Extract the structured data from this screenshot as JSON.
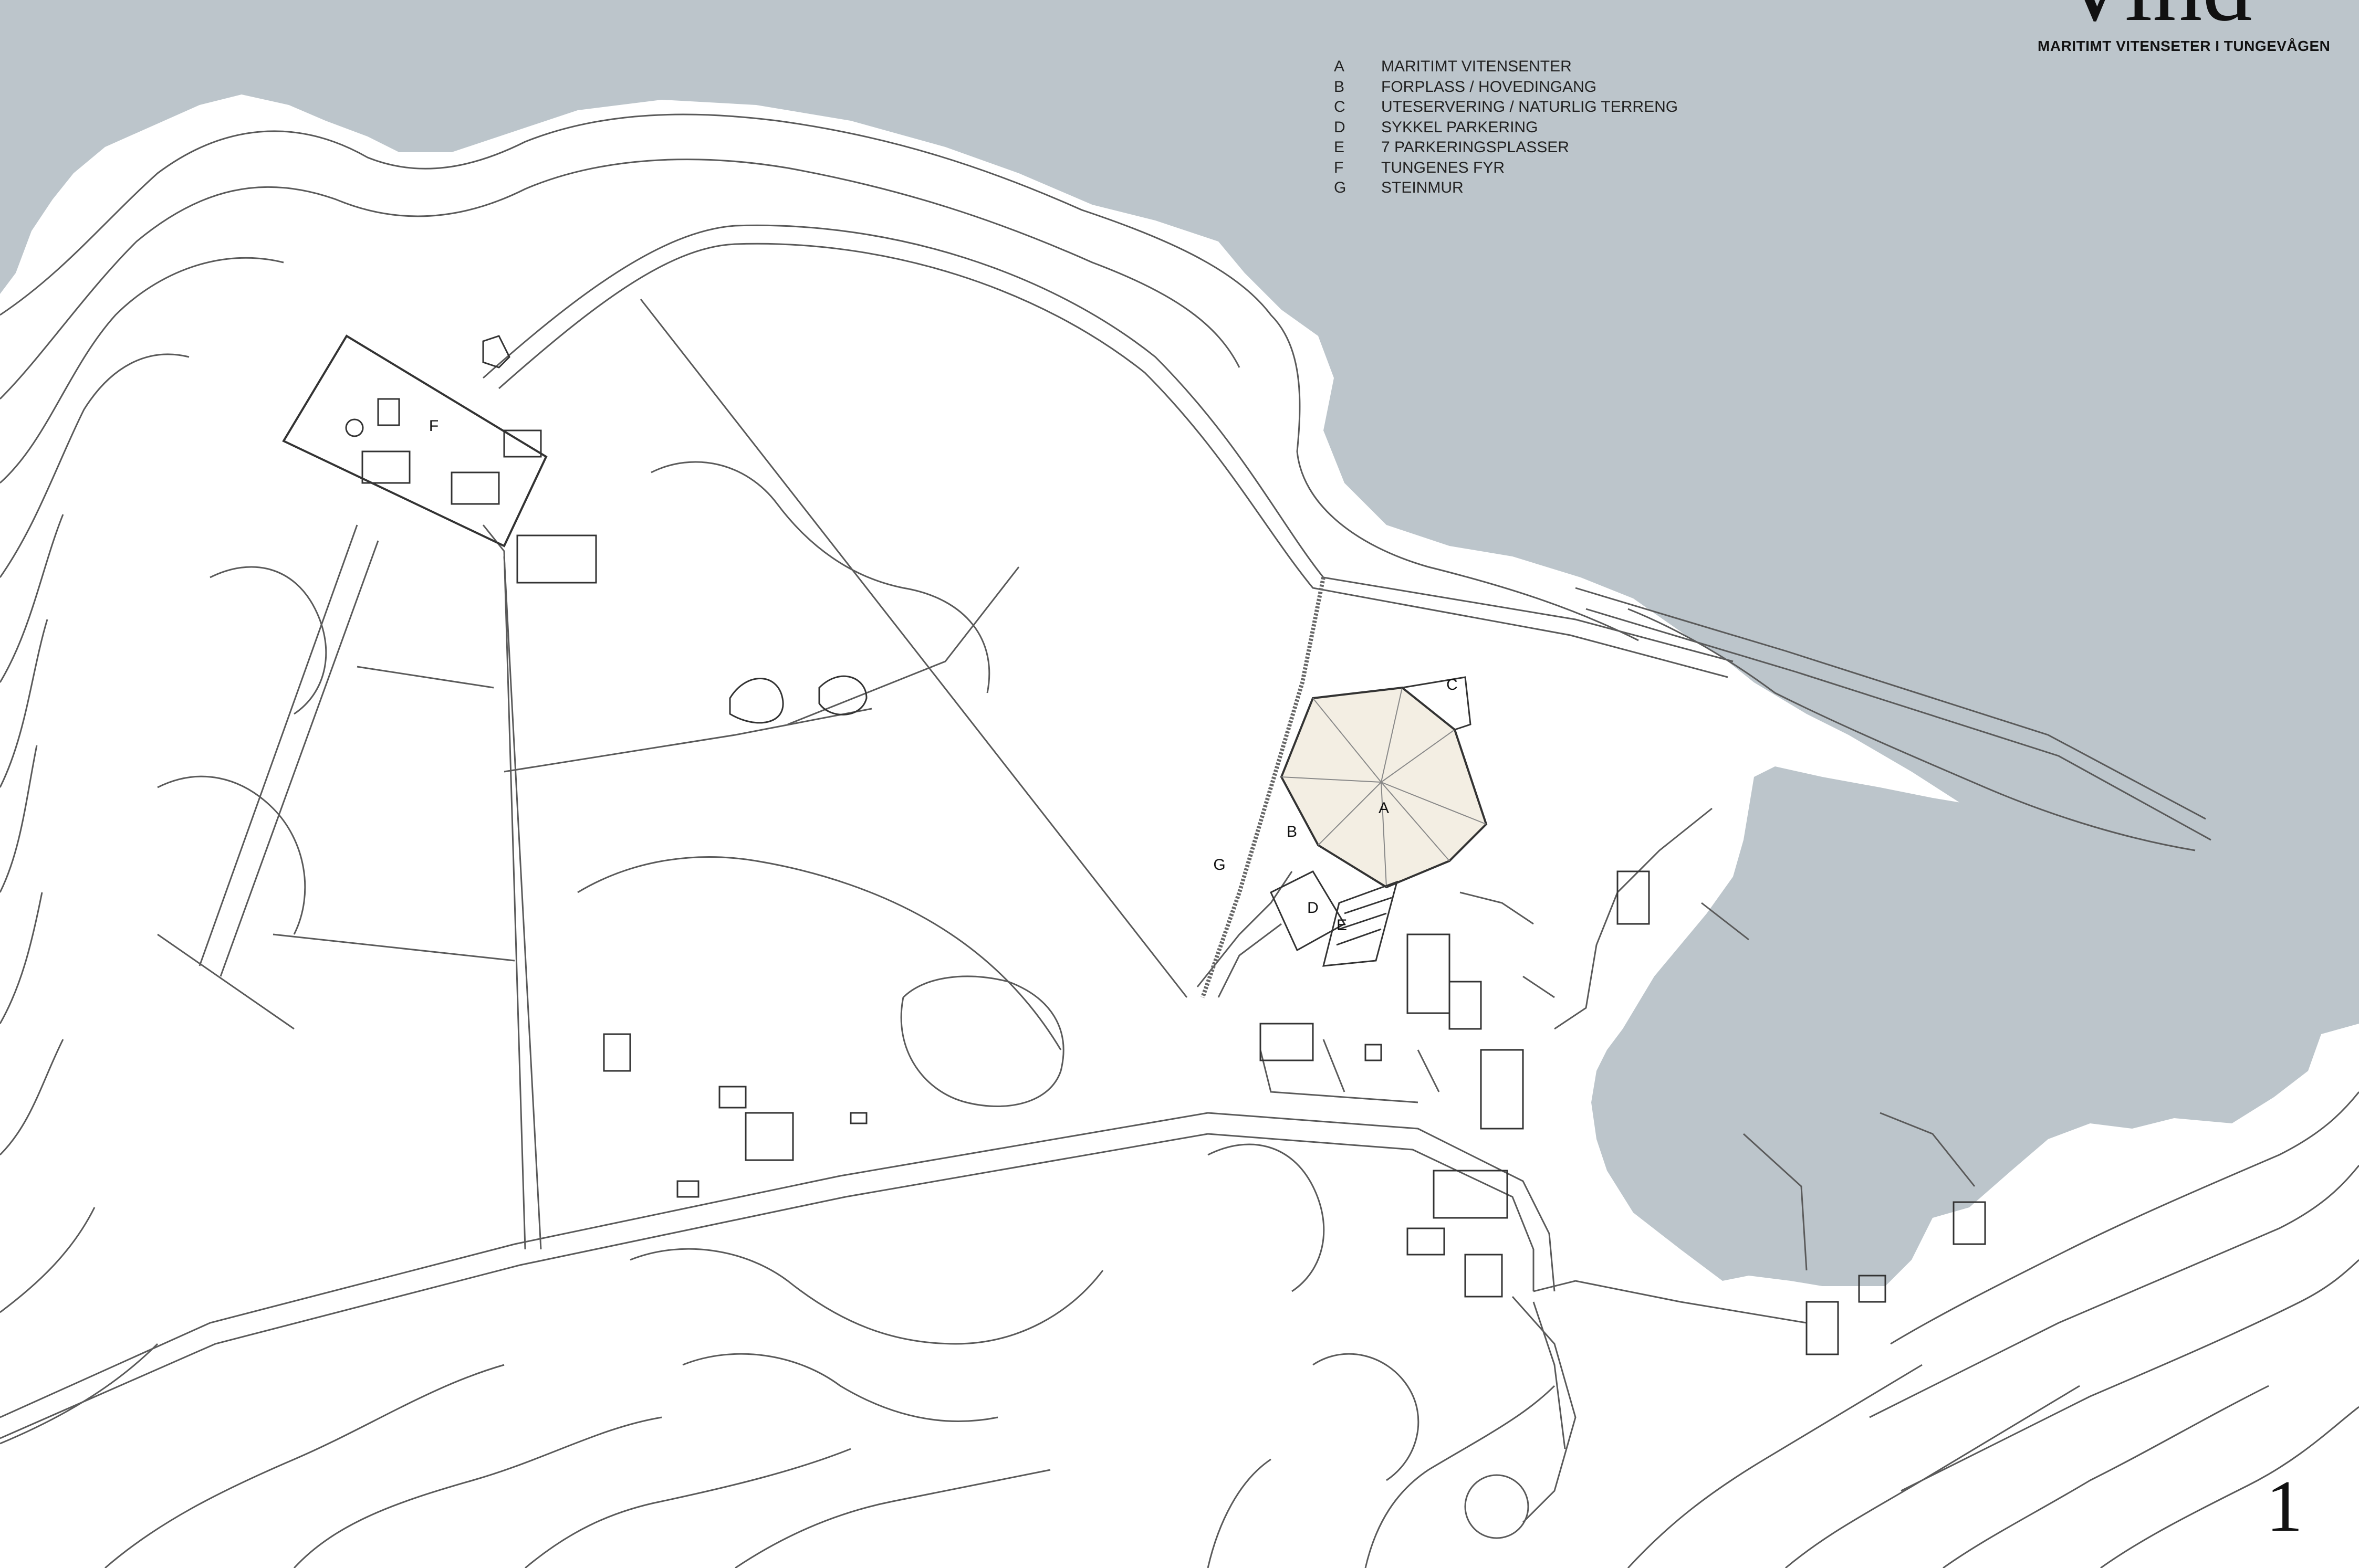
{
  "title": "Vind",
  "subtitle": "MARITIMT VITENSETER I TUNGEVÅGEN",
  "sheet_number": "1",
  "colors": {
    "sea": "#bcc5cb",
    "land": "#ffffff",
    "lines": "#5a5a5a",
    "building_fill": "#f3eee3"
  },
  "legend": [
    {
      "key": "A",
      "label": "MARITIMT VITENSENTER"
    },
    {
      "key": "B",
      "label": "FORPLASS / HOVEDINGANG"
    },
    {
      "key": "C",
      "label": "UTESERVERING / NATURLIG TERRENG"
    },
    {
      "key": "D",
      "label": "SYKKEL PARKERING"
    },
    {
      "key": "E",
      "label": "7  PARKERINGSPLASSER"
    },
    {
      "key": "F",
      "label": "TUNGENES FYR"
    },
    {
      "key": "G",
      "label": "STEINMUR"
    }
  ],
  "map_labels": {
    "a": "A",
    "b": "B",
    "c": "C",
    "d": "D",
    "e": "E",
    "f": "F",
    "g": "G"
  }
}
